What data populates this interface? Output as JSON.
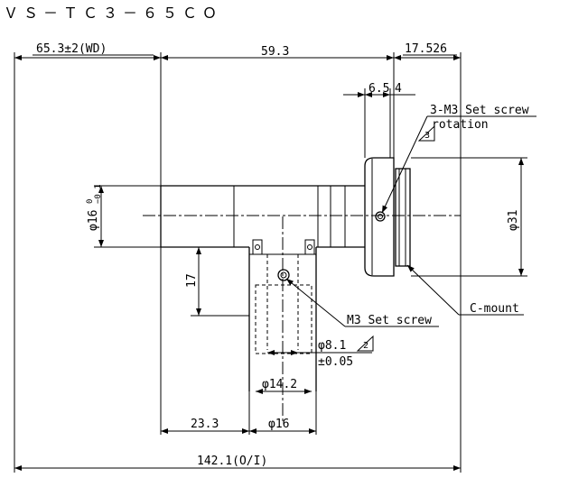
{
  "title": "ＶＳ－ＴＣ３－６５ＣＯ",
  "dimensions": {
    "wd": "65.3±2(WD)",
    "len_59": "59.3",
    "len_17_5": "17.526",
    "len_6_5": "6.5",
    "len_4": "4",
    "dia_16": "φ16",
    "dia_16_upper_tol": "0",
    "dia_16_lower_tol": "−0.1",
    "dia_31": "φ31",
    "h_17": "17",
    "dia_8_1": "φ8.1",
    "tol_8_1": "±0.05",
    "dia_14_2": "φ14.2",
    "len_23_3": "23.3",
    "dia_16_bottom": "φ16",
    "total": "142.1(O/I)"
  },
  "callouts": {
    "set_screw_3": "3-M3 Set screw",
    "rotation": "rotation",
    "marker_3": "3",
    "marker_2": "2",
    "m3_set_screw": "M3 Set screw",
    "c_mount": "C-mount"
  }
}
